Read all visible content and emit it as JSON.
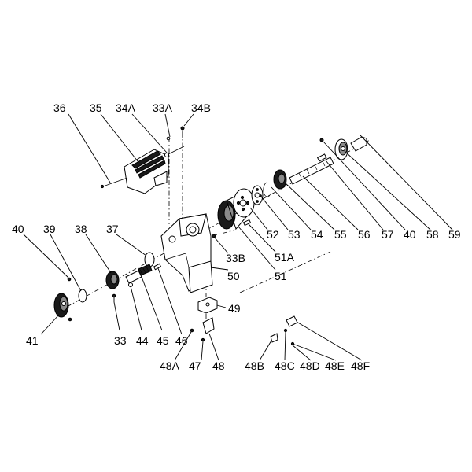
{
  "callouts": [
    {
      "id": "c36",
      "text": "36"
    },
    {
      "id": "c35",
      "text": "35"
    },
    {
      "id": "c34A",
      "text": "34A"
    },
    {
      "id": "c33A",
      "text": "33A"
    },
    {
      "id": "c34B",
      "text": "34B"
    },
    {
      "id": "c40a",
      "text": "40"
    },
    {
      "id": "c39",
      "text": "39"
    },
    {
      "id": "c38",
      "text": "38"
    },
    {
      "id": "c37",
      "text": "37"
    },
    {
      "id": "c33B",
      "text": "33B"
    },
    {
      "id": "c50",
      "text": "50"
    },
    {
      "id": "c51A",
      "text": "51A"
    },
    {
      "id": "c51",
      "text": "51"
    },
    {
      "id": "c52",
      "text": "52"
    },
    {
      "id": "c53",
      "text": "53"
    },
    {
      "id": "c54",
      "text": "54"
    },
    {
      "id": "c55",
      "text": "55"
    },
    {
      "id": "c56",
      "text": "56"
    },
    {
      "id": "c57",
      "text": "57"
    },
    {
      "id": "c40b",
      "text": "40"
    },
    {
      "id": "c58",
      "text": "58"
    },
    {
      "id": "c59",
      "text": "59"
    },
    {
      "id": "c41",
      "text": "41"
    },
    {
      "id": "c33",
      "text": "33"
    },
    {
      "id": "c44",
      "text": "44"
    },
    {
      "id": "c45",
      "text": "45"
    },
    {
      "id": "c46",
      "text": "46"
    },
    {
      "id": "c49",
      "text": "49"
    },
    {
      "id": "c48A",
      "text": "48A"
    },
    {
      "id": "c47",
      "text": "47"
    },
    {
      "id": "c48",
      "text": "48"
    },
    {
      "id": "c48B",
      "text": "48B"
    },
    {
      "id": "c48C",
      "text": "48C"
    },
    {
      "id": "c48D",
      "text": "48D"
    },
    {
      "id": "c48E",
      "text": "48E"
    },
    {
      "id": "c48F",
      "text": "48F"
    }
  ]
}
